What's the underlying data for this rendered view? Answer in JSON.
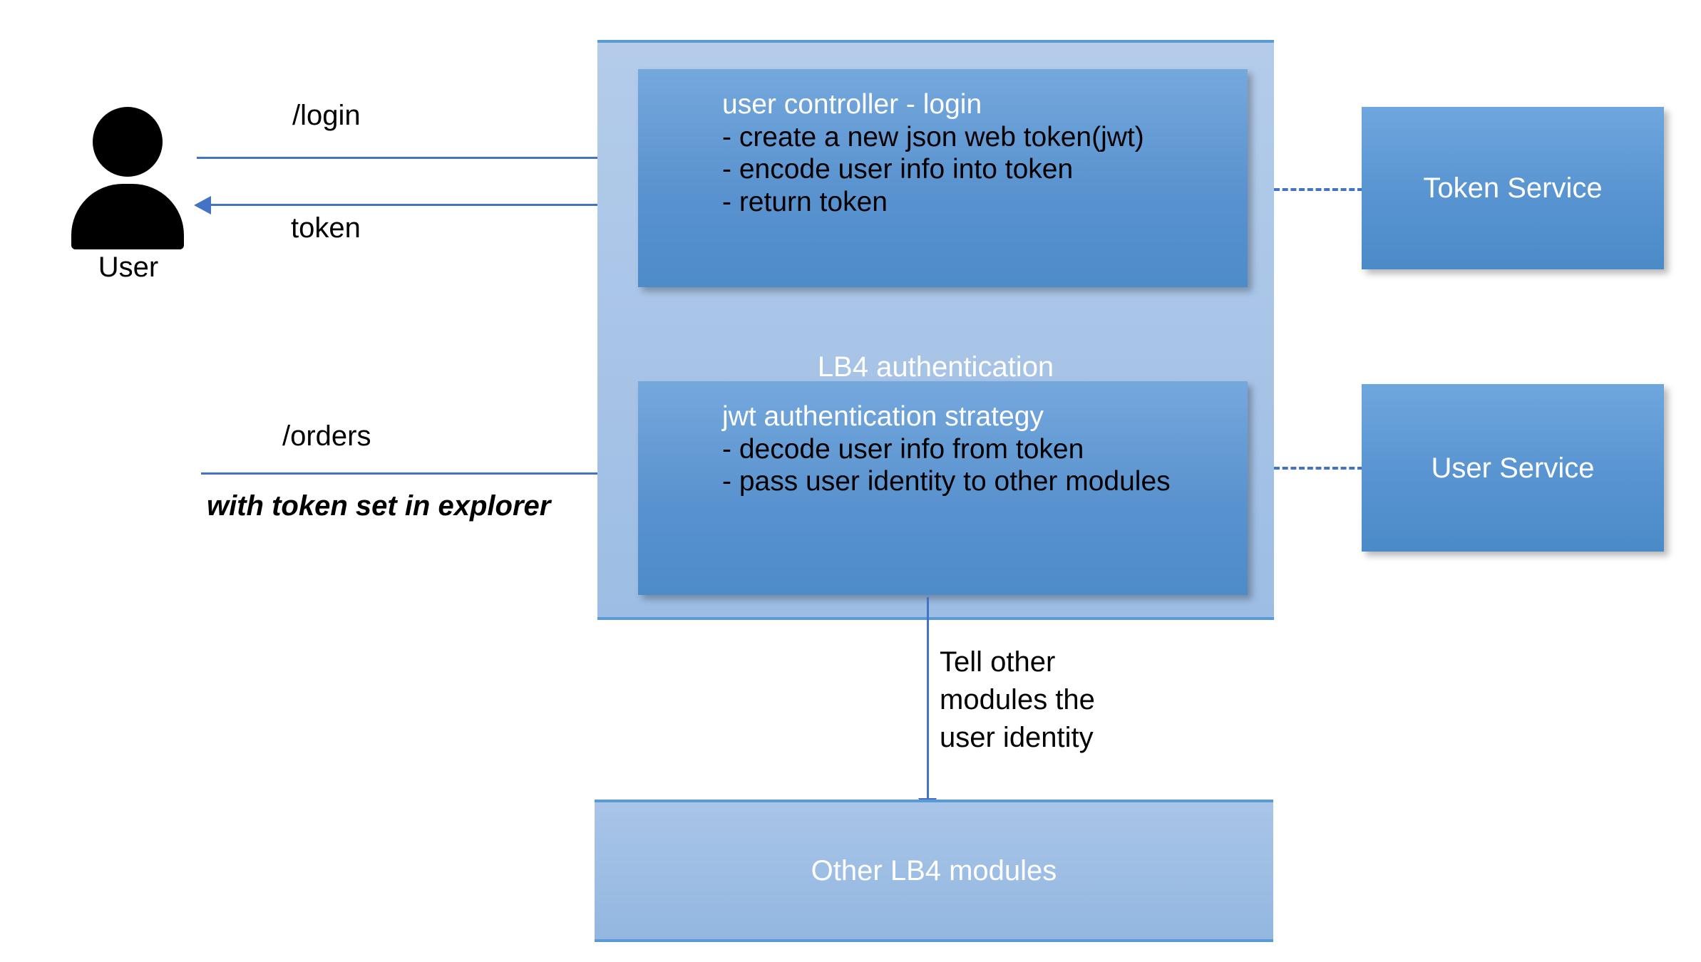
{
  "diagram": {
    "actor": {
      "icon": "user-person-icon",
      "label": "User"
    },
    "flows": [
      {
        "id": "login",
        "label": "/login",
        "direction": "right"
      },
      {
        "id": "token",
        "label": "token",
        "direction": "left"
      },
      {
        "id": "orders",
        "label": "/orders",
        "direction": "right"
      },
      {
        "id": "orders_note",
        "label": "with token set in explorer",
        "style": "italic"
      }
    ],
    "container": {
      "label": "LB4 authentication",
      "color": "#9DBDE4",
      "border_color": "#5B9BD5",
      "boxes": [
        {
          "id": "user-controller",
          "title": "user controller - login",
          "lines": [
            "- create a new json web token(jwt)",
            "- encode user info into token",
            "- return token"
          ],
          "color": "#5A93CF"
        },
        {
          "id": "jwt-strategy",
          "title": "jwt authentication strategy",
          "lines": [
            "- decode user info from token",
            "- pass user identity to other modules"
          ],
          "color": "#5A93CF"
        }
      ]
    },
    "services": [
      {
        "id": "token-service",
        "label": "Token Service",
        "color": "#5894D1",
        "connector": "dashed"
      },
      {
        "id": "user-service",
        "label": "User Service",
        "color": "#5894D1",
        "connector": "dashed"
      }
    ],
    "downstream": {
      "annotation_lines": [
        "Tell other",
        "modules the",
        "user identity"
      ],
      "box_label": "Other LB4 modules",
      "box_color": "#93B7E0",
      "arrow_color": "#4472C4"
    },
    "colors": {
      "arrow": "#4472C4",
      "container_fill": "#9DBDE4",
      "inner_box_fill": "#5A93CF",
      "service_fill": "#5894D1",
      "text_dark": "#000000",
      "text_light": "#ffffff",
      "background": "#ffffff"
    }
  }
}
